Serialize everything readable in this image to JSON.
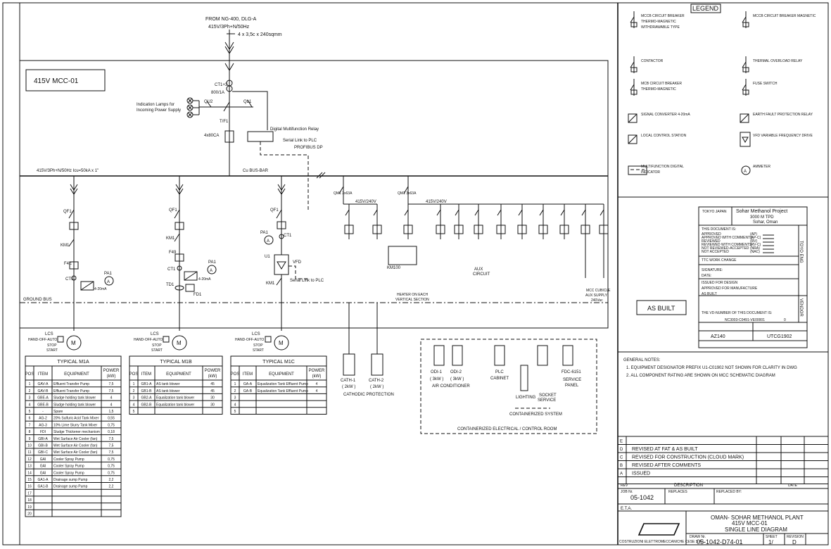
{
  "header": {
    "source": "FROM NG-400, DLG-A",
    "supply": "415V/3Ph+N/50Hz",
    "cable": "4 x 3,5c x 240sqmm"
  },
  "mcc_title": "415V MCC-01",
  "incomer": {
    "ct_label": "CT1+3",
    "ct_ratio": "800/1A",
    "ql1": "QL1",
    "qu2": "QU2",
    "lamps_note": "Indication Lamps for Incoming Power Supply",
    "tf1": "T/F1",
    "fuse": "4x80CA",
    "relay": "Digital Multifunction Relay",
    "serial": "Serial Link to PLC",
    "profibus": "PROFIBUS DP"
  },
  "busbar": {
    "rating": "415V/3Ph+N/50Hz Icu=50kA x 1\"",
    "name": "Cu BUS-BAR",
    "ground": "GROUND BUS"
  },
  "feeders": {
    "m1a": {
      "qf": "QF1",
      "km": "KM1",
      "f": "F4E",
      "ct": "CT1",
      "pa": "PA1",
      "ammeter_range": "4-20mA"
    },
    "m1b": {
      "qf": "QF1",
      "km": "KM1",
      "f": "F49",
      "ct": "CT1",
      "td": "TD1",
      "fd": "FD1",
      "pa": "PA1",
      "ammeter_range": "4-20mA"
    },
    "m1c": {
      "qf": "QF1",
      "pa": "PA1",
      "ct": "CT1",
      "u": "U1",
      "vfd": "VFD",
      "km": "KM1",
      "serial": "Serial Link to PLC"
    },
    "lcs_label": "LCS",
    "hoa": "HAND-OFF-AUTO",
    "stop": "STOP",
    "start": "START",
    "motor": "M"
  },
  "right_feeders": {
    "qm1": "QM1 3x63A",
    "qm2": "QM1 3x63A",
    "sup1": "415V/240V",
    "sup2": "415V/240V",
    "heater": "HEATER ON EACH VERTICAL SECTION",
    "km100": "KM100",
    "aux": "AUX CIRCUIT",
    "mcc_cubicle": "MCC CUBICLE AUX SUPPLY 240Vac",
    "cath1": "CATH-1",
    "cath1_kw": "( 2kW )",
    "cath2": "CATH-2",
    "cath2_kw": "( 2kW )",
    "cathodic": "CATHODIC PROTECTION",
    "ac1": "ODI-1",
    "ac1_kw": "( 3kW )",
    "ac2": "ODI-2",
    "ac2_kw": "( 3kW )",
    "air_conditioner": "AIR CONDITIONER",
    "plc": "PLC CABINET",
    "lighting": "LIGHTING",
    "socket": "SOCKET SERVICE",
    "containerized": "CONTAINERIZED SYSTEM",
    "fdc": "FDC-6151",
    "service_panel": "SERVICE PANEL",
    "container_room": "CONTAINERIZED ELECTRICAL / CONTROL ROOM"
  },
  "tables": {
    "headers": [
      "POS",
      "ITEM",
      "EQUIPMENT",
      "POWER (kW)"
    ],
    "m1a": {
      "title": "TYPICAL M1A",
      "rows": [
        [
          "1",
          "GAV-A",
          "Effluent Transfer Pump",
          "7,5"
        ],
        [
          "2",
          "GAV-B",
          "Effluent Transfer Pump",
          "7,5"
        ],
        [
          "3",
          "GBE-A",
          "Sludge holding tank blower",
          "4"
        ],
        [
          "4",
          "GBE-B",
          "Sludge holding tank blower",
          "4"
        ],
        [
          "5",
          "-",
          "Spare",
          "1,5"
        ],
        [
          "6",
          "AG-2",
          "20% Sulfuric Acid Tank Mixer",
          "0,55"
        ],
        [
          "7",
          "AG-3",
          "10% Lime Slurry Tank Mixer",
          "0,75"
        ],
        [
          "8",
          "FDI",
          "Sludge Thickener mechanism",
          "0,18"
        ],
        [
          "9",
          "GBI-A",
          "Wet Surface Air Cooler (fan)",
          "7,5"
        ],
        [
          "10",
          "GBI-B",
          "Wet Surface Air Cooler (fan)",
          "7,5"
        ],
        [
          "11",
          "GBI-C",
          "Wet Surface Air Cooler (fan)",
          "7,5"
        ],
        [
          "12",
          "GAI",
          "Cooler Spray Pump",
          "0,75"
        ],
        [
          "13",
          "GAI",
          "Cooler Spray Pump",
          "0,75"
        ],
        [
          "14",
          "GAI",
          "Cooler Spray Pump",
          "0,75"
        ],
        [
          "15",
          "GA1-A",
          "Drainage sump Pump",
          "2,2"
        ],
        [
          "16",
          "GA1-B",
          "Drainage sump Pump",
          "2,2"
        ],
        [
          "17",
          "",
          "",
          ""
        ],
        [
          "18",
          "",
          "",
          ""
        ],
        [
          "19",
          "",
          "",
          ""
        ],
        [
          "20",
          "",
          "",
          ""
        ]
      ]
    },
    "m1b": {
      "title": "TYPICAL M1B",
      "rows": [
        [
          "1",
          "GB1-A",
          "AS tank blower",
          "45"
        ],
        [
          "2",
          "GB1-B",
          "AS tank blower",
          "45"
        ],
        [
          "3",
          "GB2-A",
          "Equalization tank blower",
          "30"
        ],
        [
          "4",
          "GB2-B",
          "Equalization tank blower",
          "30"
        ],
        [
          "5",
          "",
          "",
          ""
        ]
      ]
    },
    "m1c": {
      "title": "TYPICAL M1C",
      "rows": [
        [
          "1",
          "GA-A",
          "Equalization Tank Effluent Pump",
          "4"
        ],
        [
          "2",
          "GA-B",
          "Equalization Tank Effluent Pump",
          "4"
        ],
        [
          "3",
          "",
          "",
          ""
        ],
        [
          "4",
          "",
          "",
          ""
        ],
        [
          "5",
          "",
          "",
          ""
        ]
      ]
    }
  },
  "legend": {
    "title": "LEGEND",
    "items": [
      {
        "label": "MCCB CIRCUIT BREAKER THERMO-MAGNETIC WITHDRAWABLE TYPE",
        "icon": "withdrawable-breaker-icon"
      },
      {
        "label": "MCCB CIRCUIT BREAKER MAGNETIC",
        "icon": "magnetic-breaker-icon"
      },
      {
        "label": "CONTACTOR",
        "icon": "contactor-icon"
      },
      {
        "label": "THERMAL OVERLOAD RELAY",
        "icon": "overload-relay-icon"
      },
      {
        "label": "MCB CIRCUIT BREAKER THERMO-MAGNETIC",
        "icon": "mcb-icon"
      },
      {
        "label": "FUSE SWITCH",
        "icon": "fuse-switch-icon"
      },
      {
        "label": "SIGNAL CONVERTER 4-20mA",
        "icon": "signal-converter-icon"
      },
      {
        "label": "EARTH FAULT PROTECTION RELAY",
        "icon": "earth-fault-icon"
      },
      {
        "label": "LOCAL CONTROL STATION",
        "icon": "local-control-icon"
      },
      {
        "label": "VFD VARIABLE FREQUENCY DRIVE",
        "icon": "vfd-icon"
      },
      {
        "label": "MULTIFUNCTION DIGITAL INDICATOR",
        "icon": "digital-indicator-icon"
      },
      {
        "label": "AMMETER",
        "icon": "ammeter-icon"
      }
    ]
  },
  "stamp": {
    "company": "TOKYO JAPAN",
    "project": "Sohar Methanol Project",
    "plant": "3000 M TPD",
    "location": "Sohar, Oman",
    "doc_is": "THIS DOCUMENT IS:",
    "statuses": [
      "APPROVED",
      "APPROVED WITH COMMENTS",
      "REVIEWED",
      "REVIEWED WITH COMMENTS",
      "NOT REVIEWED-ACCEPTED",
      "NOT ACCEPTED"
    ],
    "codes": [
      "(AP)",
      "(AP-C)",
      "(RV)",
      "(RV-C)",
      "(NRA)",
      "(NAC)"
    ],
    "ttc": "TTC WORK CHANGE",
    "signature": "SIGNATURE:",
    "date": "DATE:",
    "issued_for": "ISSUED FOR DESIGN",
    "approved_for": "APPROVED FOR MANUFACTURE",
    "as_built": "AS BUILT",
    "vendor_number": "THE VD-NUMBER OF THIS DOCUMENT IS:",
    "doc_number": "NC3003-C0491-VE00001",
    "rev": "0",
    "dev_code": "AZ140",
    "item_number": "UTCG1902",
    "side_left": "TOYO ENG",
    "side_right": "VENDOR"
  },
  "as_built_box": "AS BUILT",
  "notes": {
    "title": "GENERAL NOTES:",
    "items": [
      "1. EQUIPMENT DESIGNATOR PREFIX U1-C01902 NOT SHOWN FOR CLARITY IN DWG",
      "2. ALL COMPONENT RATING ARE SHOWN ON MCC SCHEMATIC DIAGRAM"
    ]
  },
  "revisions": {
    "rows": [
      {
        "rev": "E",
        "desc": ""
      },
      {
        "rev": "D",
        "desc": "REVISED AT FAT & AS BUILT"
      },
      {
        "rev": "C",
        "desc": "REVISED FOR CONSTRUCTION (CLOUD MARK)"
      },
      {
        "rev": "B",
        "desc": "REVISED AFTER COMMENTS"
      },
      {
        "rev": "A",
        "desc": "ISSUED"
      }
    ],
    "rev_header": "REV",
    "desc_header": "DESCRIPTION",
    "date_header": "DATE"
  },
  "title_block": {
    "job_no_label": "JOB Nr.",
    "job_no": "05-1042",
    "replaces": "REPLACES",
    "replaced_by": "REPLACED BY:",
    "eta": "E.T.A.",
    "client": "OMAN- SOHAR METHANOL PLANT",
    "mcc": "415V MCC-01",
    "drawing_title": "SINGLE LINE DIAGRAM",
    "draw_nr_label": "DRAW Nr.",
    "draw_nr": "05-1042-D74-01",
    "sheet_label": "SHEET",
    "sheet": "1/",
    "revision_label": "REVISION",
    "revision": "D",
    "company": "COSTRUZIONI ELETTROMECCANICHE CESE S.A.L."
  }
}
